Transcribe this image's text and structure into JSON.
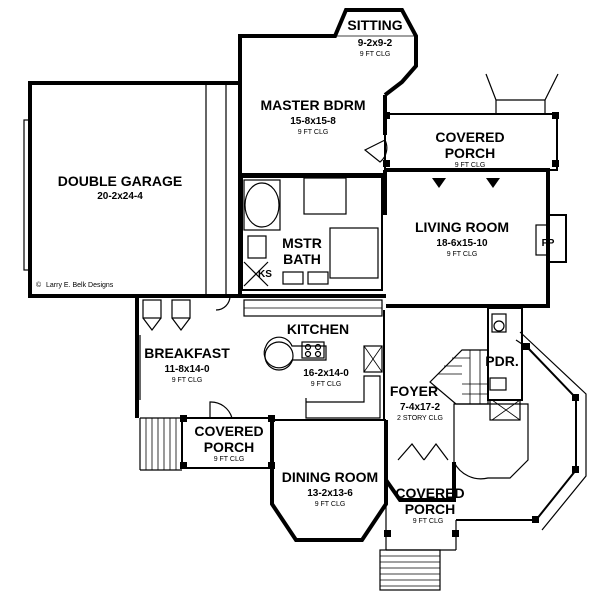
{
  "rooms": {
    "sitting": {
      "name": "SITTING",
      "dims": "9-2x9-2",
      "ceiling": "9 FT CLG"
    },
    "master_bedroom": {
      "name": "MASTER BDRM",
      "dims": "15-8x15-8",
      "ceiling": "9 FT CLG"
    },
    "porch_top": {
      "name": "COVERED",
      "name2": "PORCH",
      "ceiling": "9 FT CLG"
    },
    "garage": {
      "name": "DOUBLE GARAGE",
      "dims": "20-2x24-4"
    },
    "living_room": {
      "name": "LIVING ROOM",
      "dims": "18-6x15-10",
      "ceiling": "9 FT CLG"
    },
    "master_bath": {
      "name": "MSTR",
      "name2": "BATH"
    },
    "kitchen": {
      "name": "KITCHEN",
      "dims": "16-2x14-0",
      "ceiling": "9 FT CLG"
    },
    "breakfast": {
      "name": "BREAKFAST",
      "dims": "11-8x14-0",
      "ceiling": "9 FT CLG"
    },
    "porch_left": {
      "name": "COVERED",
      "name2": "PORCH",
      "ceiling": "9 FT CLG"
    },
    "foyer": {
      "name": "FOYER",
      "dims": "7-4x17-2",
      "ceiling": "2 STORY CLG"
    },
    "powder": {
      "name": "PDR."
    },
    "dining_room": {
      "name": "DINING ROOM",
      "dims": "13-2x13-6",
      "ceiling": "9 FT CLG"
    },
    "porch_front": {
      "name": "COVERED",
      "name2": "PORCH",
      "ceiling": "9 FT CLG"
    }
  },
  "labels": {
    "fireplace": "FP",
    "closet_ks": "KS",
    "copyright": "Larry E. Belk Designs",
    "copyright_symbol": "©"
  }
}
